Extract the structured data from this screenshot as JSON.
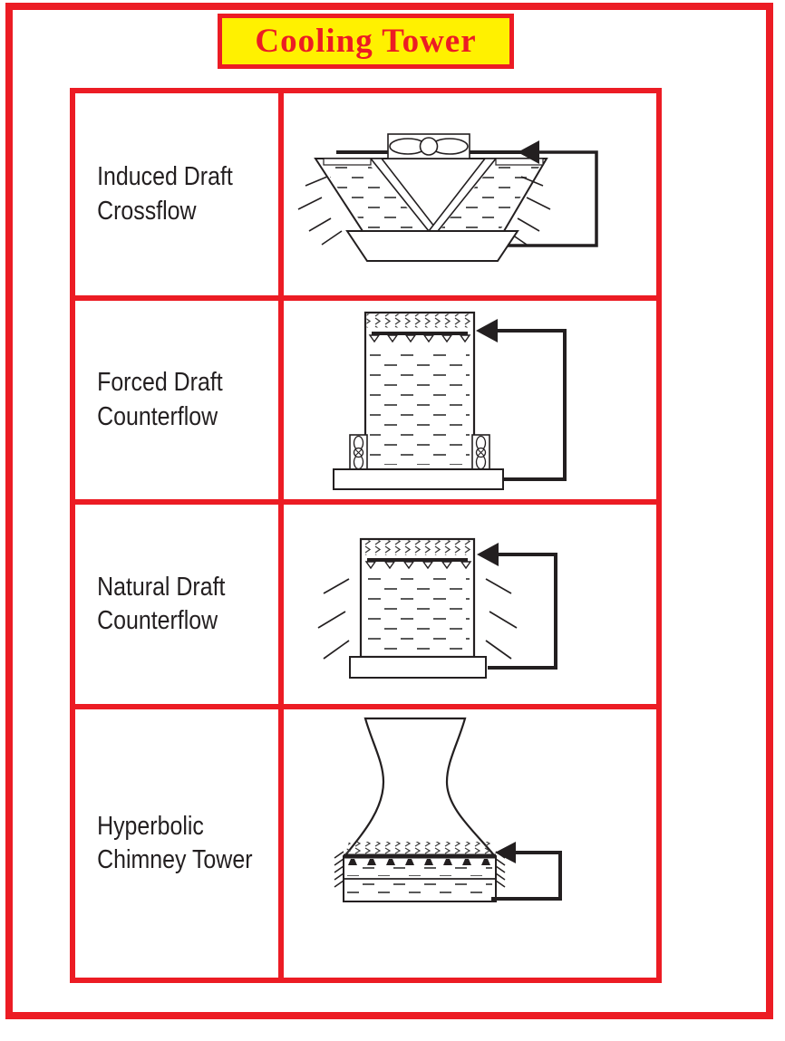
{
  "title_banner": {
    "text": "Cooling Tower"
  },
  "colors": {
    "border_red": "#EC1C24",
    "banner_yellow": "#FFF100",
    "diagram_line": "#231F20",
    "fill_dash_gray": "#595959",
    "label_text": "#231F20",
    "background": "#FFFFFF"
  },
  "table": {
    "rows": [
      {
        "label_lines": [
          "Induced Draft",
          "Crossflow"
        ],
        "diagram": "induced-draft-crossflow-diagram"
      },
      {
        "label_lines": [
          "Forced Draft",
          "Counterflow"
        ],
        "diagram": "forced-draft-counterflow-diagram"
      },
      {
        "label_lines": [
          "Natural Draft",
          "Counterflow"
        ],
        "diagram": "natural-draft-counterflow-diagram"
      },
      {
        "label_lines": [
          "Hyperbolic",
          "Chimney Tower"
        ],
        "diagram": "hyperbolic-chimney-tower-diagram"
      }
    ]
  }
}
